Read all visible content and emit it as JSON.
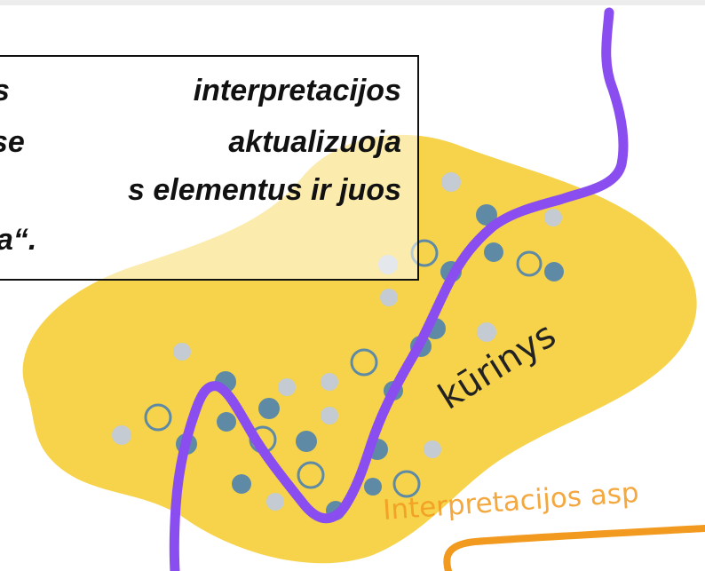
{
  "quote": {
    "line1_a": "s",
    "line1_b": "interpretacijos",
    "line2_a": "se",
    "line2_b": "aktualizuoja",
    "line3": "s elementus ir juos",
    "line4": "a“."
  },
  "diagram": {
    "kurinys_label": "kūrinys",
    "aspect_label": "Interpretacijos asp"
  },
  "colors": {
    "blob": "#f6d34b",
    "path": "#8a4df0",
    "orange": "#f29a1f",
    "dot_dark": "#5f8aa5",
    "dot_light": "#c4cbd2"
  }
}
